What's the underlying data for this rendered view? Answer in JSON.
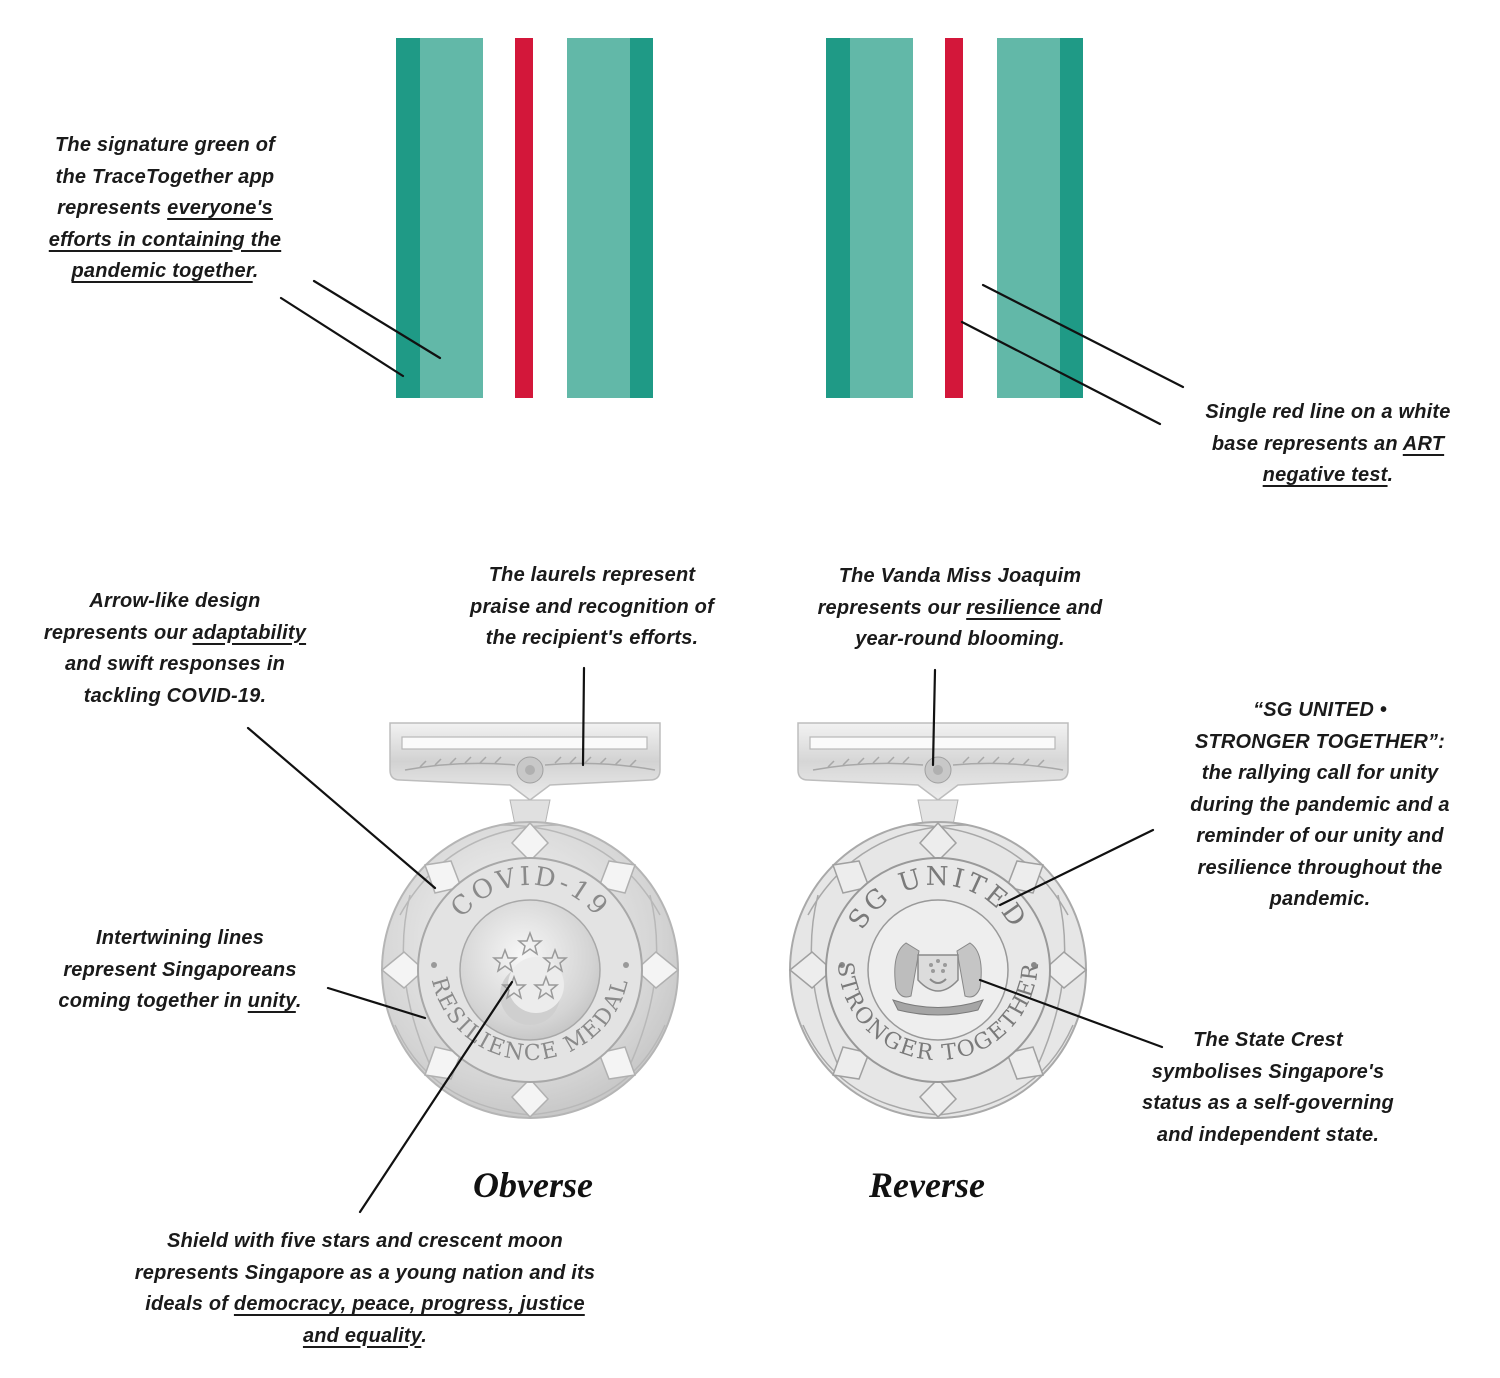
{
  "colors": {
    "teal_dark": "#1f9a86",
    "teal_light": "#62b8a8",
    "red": "#d3173a",
    "white": "#ffffff",
    "silver": "#d9d9d9"
  },
  "ribbons": {
    "left": {
      "stripes": [
        "teal_dark",
        "teal_light",
        "white",
        "red",
        "white",
        "teal_light",
        "teal_dark"
      ]
    },
    "right": {
      "stripes": [
        "teal_dark",
        "teal_light",
        "white",
        "red",
        "white",
        "teal_light",
        "teal_dark"
      ]
    }
  },
  "annotations": {
    "green": {
      "lines": [
        [
          {
            "t": "The signature green of"
          }
        ],
        [
          {
            "t": "the TraceTogether app"
          }
        ],
        [
          {
            "t": "represents "
          },
          {
            "t": "everyone's",
            "u": true
          }
        ],
        [
          {
            "t": "efforts in containing the",
            "u": true
          }
        ],
        [
          {
            "t": "pandemic together",
            "u": true
          },
          {
            "t": "."
          }
        ]
      ]
    },
    "red_line": {
      "lines": [
        [
          {
            "t": "Single red line on a white"
          }
        ],
        [
          {
            "t": "base represents an "
          },
          {
            "t": "ART",
            "u": true
          }
        ],
        [
          {
            "t": "negative test",
            "u": true
          },
          {
            "t": "."
          }
        ]
      ]
    },
    "arrow": {
      "lines": [
        [
          {
            "t": "Arrow-like design"
          }
        ],
        [
          {
            "t": "represents our "
          },
          {
            "t": "adaptability",
            "u": true
          }
        ],
        [
          {
            "t": "and swift responses in"
          }
        ],
        [
          {
            "t": "tackling COVID-19."
          }
        ]
      ]
    },
    "laurels": {
      "lines": [
        [
          {
            "t": "The laurels represent"
          }
        ],
        [
          {
            "t": "praise and recognition of"
          }
        ],
        [
          {
            "t": "the recipient's efforts."
          }
        ]
      ]
    },
    "vanda": {
      "lines": [
        [
          {
            "t": "The Vanda Miss Joaquim"
          }
        ],
        [
          {
            "t": "represents our "
          },
          {
            "t": "resilience",
            "u": true
          },
          {
            "t": " and"
          }
        ],
        [
          {
            "t": "year-round blooming."
          }
        ]
      ]
    },
    "sg_united": {
      "lines": [
        [
          {
            "t": "“SG UNITED •"
          }
        ],
        [
          {
            "t": "STRONGER TOGETHER”:"
          }
        ],
        [
          {
            "t": "the rallying call for unity"
          }
        ],
        [
          {
            "t": "during the pandemic and a"
          }
        ],
        [
          {
            "t": "reminder of our unity and"
          }
        ],
        [
          {
            "t": "resilience throughout the"
          }
        ],
        [
          {
            "t": "pandemic."
          }
        ]
      ]
    },
    "intertwining": {
      "lines": [
        [
          {
            "t": "Intertwining lines"
          }
        ],
        [
          {
            "t": "represent Singaporeans"
          }
        ],
        [
          {
            "t": "coming together in "
          },
          {
            "t": "unity",
            "u": true
          },
          {
            "t": "."
          }
        ]
      ]
    },
    "state_crest": {
      "lines": [
        [
          {
            "t": "The State Crest"
          }
        ],
        [
          {
            "t": "symbolises Singapore's"
          }
        ],
        [
          {
            "t": "status as a self-governing"
          }
        ],
        [
          {
            "t": "and independent state."
          }
        ]
      ]
    },
    "shield": {
      "lines": [
        [
          {
            "t": "Shield with five stars and crescent moon"
          }
        ],
        [
          {
            "t": "represents Singapore as a young nation and its"
          }
        ],
        [
          {
            "t": "ideals of "
          },
          {
            "t": "democracy, peace, progress, justice",
            "u": true
          }
        ],
        [
          {
            "t": "and equality",
            "u": true
          },
          {
            "t": "."
          }
        ]
      ]
    }
  },
  "captions": {
    "obverse": "Obverse",
    "reverse": "Reverse"
  },
  "medal_inscriptions": {
    "obverse_top": "COVID-19",
    "obverse_bottom": "RESILIENCE MEDAL",
    "reverse_top": "SG UNITED",
    "reverse_bottom": "STRONGER TOGETHER"
  }
}
